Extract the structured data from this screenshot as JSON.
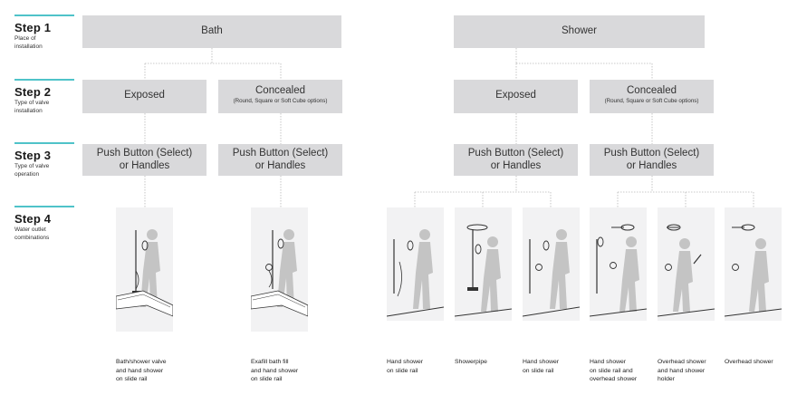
{
  "steps": [
    {
      "title": "Step 1",
      "sub": [
        "Place of",
        "installation"
      ]
    },
    {
      "title": "Step 2",
      "sub": [
        "Type of valve",
        "installation"
      ]
    },
    {
      "title": "Step 3",
      "sub": [
        "Type of valve",
        "operation"
      ]
    },
    {
      "title": "Step 4",
      "sub": [
        "Water outlet",
        "combinations"
      ]
    }
  ],
  "places": {
    "bath": "Bath",
    "shower": "Shower"
  },
  "valve_types": {
    "exposed": "Exposed",
    "concealed": "Concealed",
    "concealed_note": "(Round, Square or Soft Cube options)"
  },
  "operation": {
    "line1": "Push Button (Select)",
    "line2": "or Handles"
  },
  "combinations": [
    {
      "lines": [
        "Bath/shower valve",
        "and hand shower",
        "on slide rail"
      ]
    },
    {
      "lines": [
        "Exafill bath fill",
        "and hand shower",
        "on slide rail"
      ]
    },
    {
      "lines": [
        "Hand shower",
        "on slide rail"
      ]
    },
    {
      "lines": [
        "Showerpipe"
      ]
    },
    {
      "lines": [
        "Hand shower",
        "on slide rail"
      ]
    },
    {
      "lines": [
        "Hand shower",
        "on slide rail and",
        "overhead shower"
      ]
    },
    {
      "lines": [
        "Overhead shower",
        "and hand shower",
        "holder"
      ]
    },
    {
      "lines": [
        "Overhead shower"
      ]
    }
  ],
  "colors": {
    "accent": "#4fc3c9",
    "box": "#d9d9db",
    "panel": "#f2f2f3",
    "connector": "#b8b8b8",
    "figure": "#c4c4c4"
  }
}
